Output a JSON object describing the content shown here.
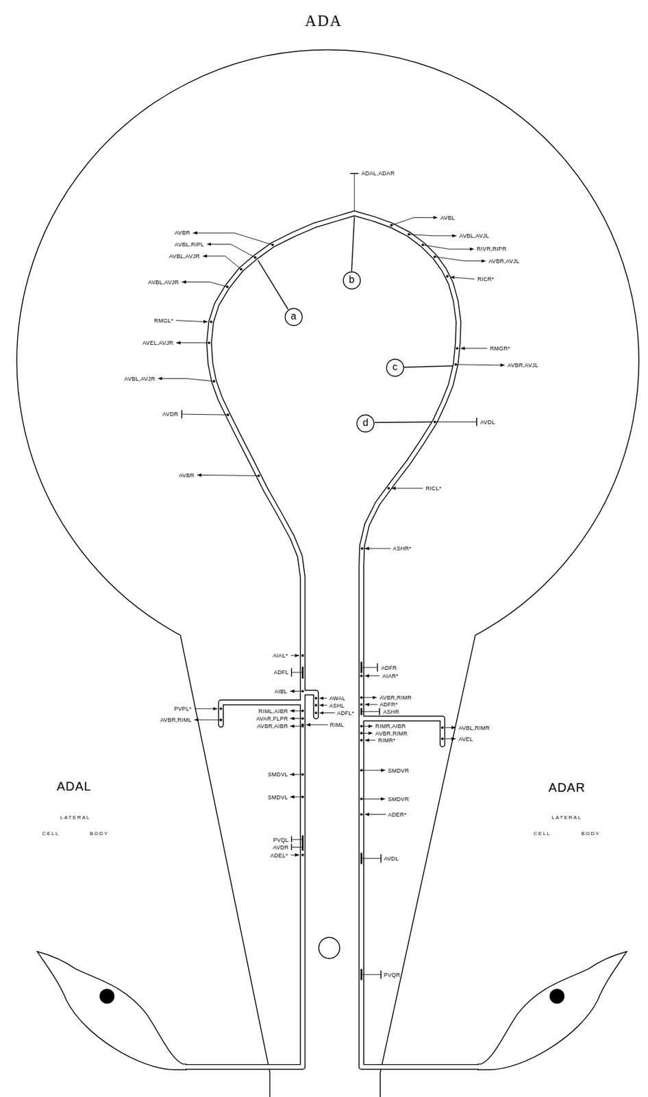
{
  "diagram": {
    "title": "ADA",
    "nodes": [
      {
        "text": [
          "a"
        ]
      },
      {
        "text": [
          "b"
        ]
      },
      {
        "text": [
          "c"
        ]
      },
      {
        "text": [
          "d"
        ]
      }
    ],
    "labels": [
      "ADAL,ADAR",
      "AVBL",
      "AVBR",
      "AVBL,AVJL",
      "AVBL,RIPL",
      "RIVR,RIPR",
      "AVBL,AVJR",
      "AVBR,AVJL",
      "RICR*",
      "AVBL,AVJR",
      "RMGL*",
      "AVEL,AVJR",
      "RMGR*",
      "AVBR,AVJL",
      "AVBL,AVJR",
      "AVDR",
      "AVDL",
      "AVBR",
      "RICL*",
      "ASHR*",
      "AIAL*",
      "ADFR",
      "ADFL",
      "AIAR*",
      "AIBL",
      "AWAL",
      "AVBR,RIMR",
      "ASHL",
      "ADFR*",
      "PVPL*",
      "RIML,AIBR",
      "ADFL*",
      "ASHR",
      "AVAR,FLPR",
      "AVBR,RIML",
      "RIMR,AIBR",
      "AVBR,AIBR",
      "RIML",
      "AVBR,RIMR",
      "AVBL,RIMR",
      "RIMR*",
      "AVEL",
      "SMDVL",
      "SMDVR",
      "ADAL",
      "ADAR",
      "SMDVL",
      "SMDVR",
      "ADER*",
      "LATERAL CELL BODY",
      "LATERAL CELL BODY",
      "PVQL",
      "AVDR",
      "ADEL*",
      "AVDL",
      "PVQR"
    ]
  }
}
